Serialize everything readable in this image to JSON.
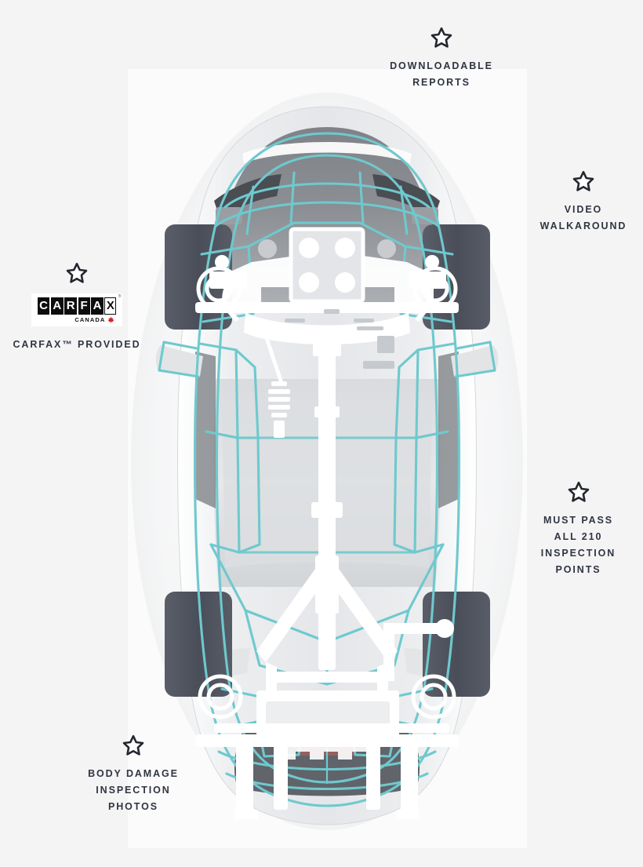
{
  "page": {
    "background_color": "#f4f4f5",
    "panel_color": "#fbfbfc",
    "accent_color": "#6ec9ce",
    "text_color": "#2f3541"
  },
  "vehicle": {
    "alt": "Top-down cutaway illustration of a car with teal wireframe inspection overlay, dark tires and white mechanical/chassis components",
    "body_color": "#e9eaec",
    "glass_color": "#6a6d72",
    "tire_color": "#4d515c",
    "overlay_color": "#6ec9ce",
    "component_color": "#ffffff"
  },
  "callouts": [
    {
      "id": "downloadable-reports",
      "icon": "star-outline-icon",
      "label": "DOWNLOADABLE\nREPORTS"
    },
    {
      "id": "video-walkaround",
      "icon": "star-outline-icon",
      "label": "VIDEO\nWALKAROUND"
    },
    {
      "id": "carfax-provided",
      "icon": "star-outline-icon",
      "label": "CARFAX™ PROVIDED",
      "logo": {
        "letters": [
          "C",
          "A",
          "R",
          "F",
          "A",
          "X"
        ],
        "trademark": "®",
        "subtitle": "CANADA",
        "leaf_color": "#e01b24"
      }
    },
    {
      "id": "inspection-points",
      "icon": "star-outline-icon",
      "label": "MUST PASS\nALL 210\nINSPECTION\nPOINTS"
    },
    {
      "id": "body-damage",
      "icon": "star-outline-icon",
      "label": "BODY DAMAGE\nINSPECTION\nPHOTOS"
    }
  ]
}
